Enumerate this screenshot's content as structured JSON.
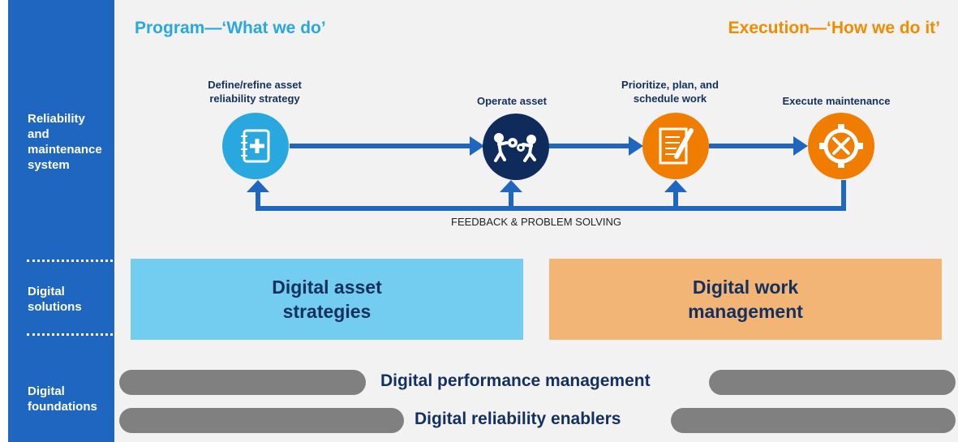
{
  "sidebar": {
    "reliability_label": "Reliability\nand\nmaintenance\nsystem",
    "solutions_label": "Digital\nsolutions",
    "foundations_label": "Digital\nfoundations"
  },
  "headings": {
    "program": "Program—‘What we do’",
    "execution": "Execution—‘How we do it’"
  },
  "steps": [
    {
      "label": "Define/refine asset\nreliability strategy",
      "icon": "notebook-plus-icon",
      "color": "#29a8e0"
    },
    {
      "label": "Operate asset",
      "icon": "people-gears-icon",
      "color": "#0e2b5c"
    },
    {
      "label": "Prioritize, plan, and\nschedule work",
      "icon": "clipboard-pencil-icon",
      "color": "#f07c00"
    },
    {
      "label": "Execute maintenance",
      "icon": "gear-tools-icon",
      "color": "#f07c00"
    }
  ],
  "feedback_label": "FEEDBACK & PROBLEM SOLVING",
  "solutions": {
    "asset_strategies": "Digital asset\nstrategies",
    "work_management": "Digital work\nmanagement"
  },
  "foundations": {
    "performance": "Digital performance management",
    "enablers": "Digital reliability enablers"
  },
  "colors": {
    "sidebar": "#1f66c1",
    "arrow": "#1f66c1",
    "program_heading": "#29a8e0",
    "execution_heading": "#f08c00",
    "asset_box": "#72cdf0",
    "work_box": "#f2b575",
    "pill": "#808080",
    "navy_text": "#14305e"
  }
}
